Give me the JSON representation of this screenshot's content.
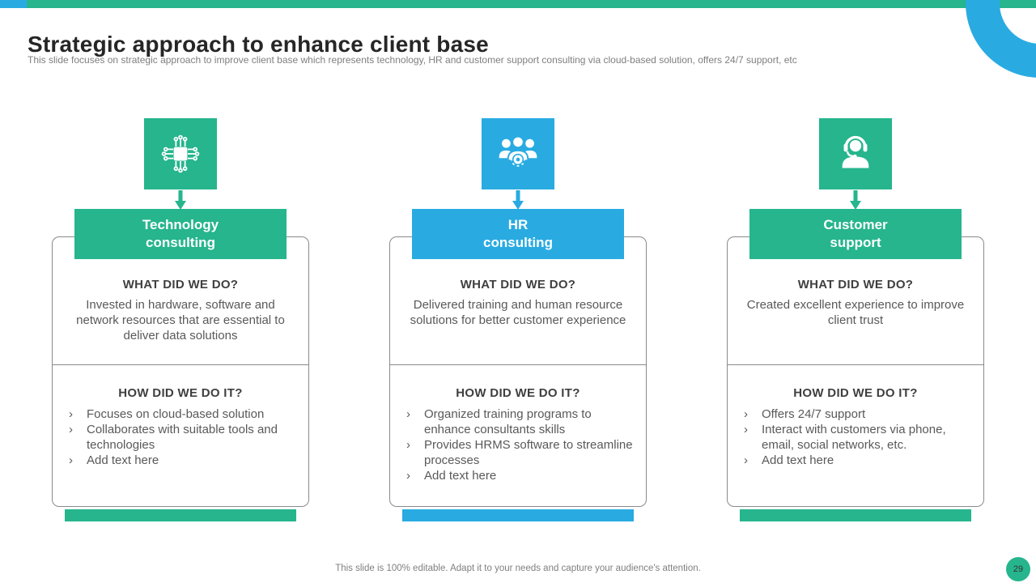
{
  "slide": {
    "title": "Strategic approach to enhance client base",
    "subtitle": "This slide focuses on strategic approach to improve client base which represents technology, HR and customer support consulting via cloud-based solution, offers 24/7 support, etc",
    "footer": "This slide is 100% editable. Adapt it to your needs and capture your audience's attention.",
    "page_number": "29"
  },
  "colors": {
    "green": "#26b58d",
    "blue": "#29abe2",
    "card_border": "#8a8a8a"
  },
  "bullet": "›",
  "columns": [
    {
      "icon": "chip-icon",
      "accent": "green",
      "title_line1": "Technology",
      "title_line2": "consulting",
      "what_heading": "WHAT DID WE DO?",
      "what_text": "Invested in hardware, software and network resources that are essential to deliver data solutions",
      "how_heading": "HOW DID WE DO IT?",
      "how_items": [
        "Focuses on cloud-based solution",
        "Collaborates with suitable tools and technologies",
        "Add text here"
      ]
    },
    {
      "icon": "team-gear-icon",
      "accent": "blue",
      "title_line1": "HR",
      "title_line2": "consulting",
      "what_heading": "WHAT DID WE DO?",
      "what_text": "Delivered training and human resource solutions for better customer experience",
      "how_heading": "HOW DID WE DO IT?",
      "how_items": [
        "Organized training programs to enhance consultants  skills",
        "Provides HRMS software to streamline processes",
        "Add text here"
      ]
    },
    {
      "icon": "headset-agent-icon",
      "accent": "green",
      "title_line1": "Customer",
      "title_line2": "support",
      "what_heading": "WHAT DID WE DO?",
      "what_text": "Created excellent experience to improve client trust",
      "how_heading": "HOW DID WE DO IT?",
      "how_items": [
        "Offers 24/7 support",
        "Interact with customers via phone, email, social networks, etc.",
        "Add text here"
      ]
    }
  ]
}
